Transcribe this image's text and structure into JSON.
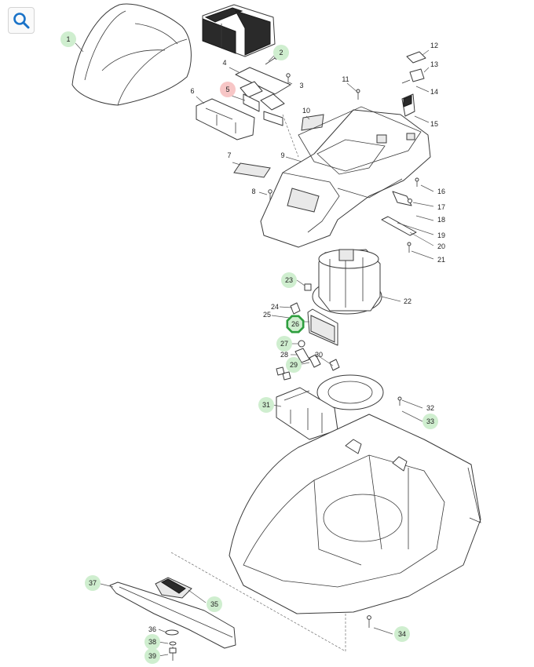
{
  "toolbar": {
    "zoom_icon": "magnifier-icon"
  },
  "colors": {
    "hotspot_green": "#cfeecf",
    "hotspot_green_text": "#2b2b2b",
    "selected_red": "#f7c6c6",
    "active_ring": "#2e9e3e"
  },
  "callouts": [
    {
      "id": "1",
      "label": "1",
      "style": "green"
    },
    {
      "id": "2",
      "label": "2",
      "style": "green"
    },
    {
      "id": "3",
      "label": "3",
      "style": "plain"
    },
    {
      "id": "4",
      "label": "4",
      "style": "plain"
    },
    {
      "id": "5",
      "label": "5",
      "style": "red"
    },
    {
      "id": "6",
      "label": "6",
      "style": "plain"
    },
    {
      "id": "7",
      "label": "7",
      "style": "plain"
    },
    {
      "id": "8",
      "label": "8",
      "style": "plain"
    },
    {
      "id": "9",
      "label": "9",
      "style": "plain"
    },
    {
      "id": "10",
      "label": "10",
      "style": "plain"
    },
    {
      "id": "11",
      "label": "11",
      "style": "plain"
    },
    {
      "id": "12",
      "label": "12",
      "style": "plain"
    },
    {
      "id": "13",
      "label": "13",
      "style": "plain"
    },
    {
      "id": "14",
      "label": "14",
      "style": "plain"
    },
    {
      "id": "15",
      "label": "15",
      "style": "plain"
    },
    {
      "id": "16",
      "label": "16",
      "style": "plain"
    },
    {
      "id": "17",
      "label": "17",
      "style": "plain"
    },
    {
      "id": "18",
      "label": "18",
      "style": "plain"
    },
    {
      "id": "19",
      "label": "19",
      "style": "plain"
    },
    {
      "id": "20",
      "label": "20",
      "style": "plain"
    },
    {
      "id": "21",
      "label": "21",
      "style": "plain"
    },
    {
      "id": "22",
      "label": "22",
      "style": "plain"
    },
    {
      "id": "23",
      "label": "23",
      "style": "green"
    },
    {
      "id": "24",
      "label": "24",
      "style": "plain"
    },
    {
      "id": "25",
      "label": "25",
      "style": "plain"
    },
    {
      "id": "26",
      "label": "26",
      "style": "active"
    },
    {
      "id": "27",
      "label": "27",
      "style": "green"
    },
    {
      "id": "28",
      "label": "28",
      "style": "plain"
    },
    {
      "id": "29",
      "label": "29",
      "style": "green"
    },
    {
      "id": "30",
      "label": "30",
      "style": "plain"
    },
    {
      "id": "31",
      "label": "31",
      "style": "green"
    },
    {
      "id": "32",
      "label": "32",
      "style": "plain"
    },
    {
      "id": "33",
      "label": "33",
      "style": "green"
    },
    {
      "id": "34",
      "label": "34",
      "style": "green"
    },
    {
      "id": "35",
      "label": "35",
      "style": "green"
    },
    {
      "id": "36",
      "label": "36",
      "style": "plain"
    },
    {
      "id": "37",
      "label": "37",
      "style": "green"
    },
    {
      "id": "38",
      "label": "38",
      "style": "green"
    },
    {
      "id": "39",
      "label": "39",
      "style": "green"
    }
  ]
}
